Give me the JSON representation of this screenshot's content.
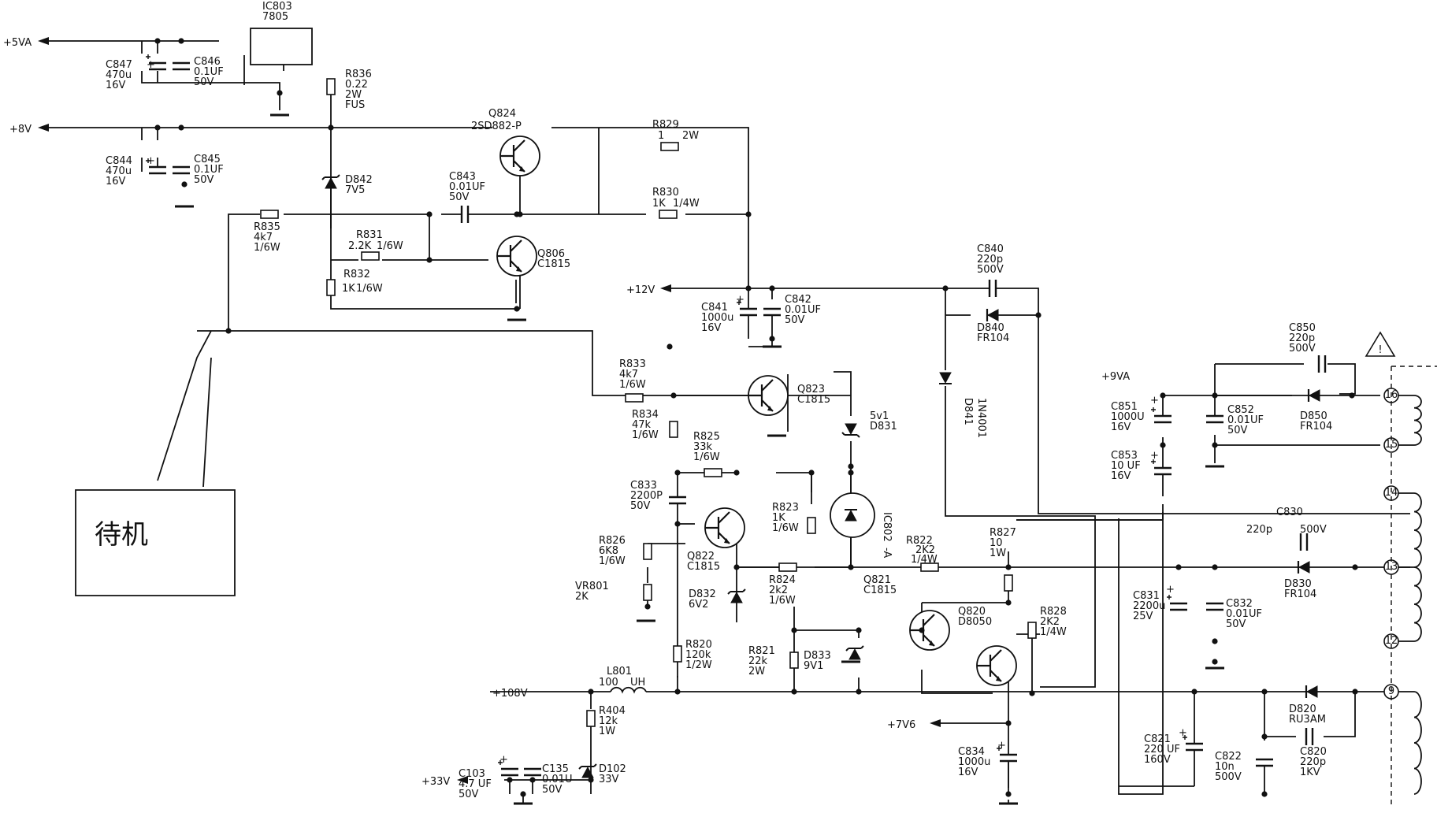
{
  "callout_text": "待机",
  "warning_mark": "!",
  "rails": [
    "+5VA",
    "+8V",
    "+12V",
    "+9VA",
    "+108V",
    "+7V6",
    "+33V"
  ],
  "components": [
    {
      "ref": "IC803",
      "value": "7805"
    },
    {
      "ref": "C847",
      "value": "470u",
      "rating": "16V",
      "pol": "+"
    },
    {
      "ref": "C846",
      "value": "0.1UF",
      "rating": "50V"
    },
    {
      "ref": "R836",
      "value": "0.22",
      "rating": "2W",
      "note": "FUS"
    },
    {
      "ref": "C844",
      "value": "470u",
      "rating": "16V",
      "pol": "+"
    },
    {
      "ref": "C845",
      "value": "0.1UF",
      "rating": "50V"
    },
    {
      "ref": "Q824",
      "value": "2SD882-P"
    },
    {
      "ref": "R829",
      "value": "1",
      "rating": "2W"
    },
    {
      "ref": "D842",
      "value": "7V5"
    },
    {
      "ref": "C843",
      "value": "0.01UF",
      "rating": "50V"
    },
    {
      "ref": "R830",
      "value": "1K",
      "rating": "1/4W"
    },
    {
      "ref": "R835",
      "value": "4k7",
      "rating": "1/6W"
    },
    {
      "ref": "R831",
      "value": "2.2K",
      "rating": "1/6W"
    },
    {
      "ref": "Q806",
      "value": "C1815"
    },
    {
      "ref": "R832",
      "value": "1K",
      "rating": "1/6W"
    },
    {
      "ref": "C840",
      "value": "220p",
      "rating": "500V"
    },
    {
      "ref": "C841",
      "value": "1000u",
      "rating": "16V",
      "pol": "+"
    },
    {
      "ref": "C842",
      "value": "0.01UF",
      "rating": "50V"
    },
    {
      "ref": "D840",
      "value": "FR104"
    },
    {
      "ref": "C850",
      "value": "220p",
      "rating": "500V"
    },
    {
      "ref": "R833",
      "value": "4k7",
      "rating": "1/6W"
    },
    {
      "ref": "Q823",
      "value": "C1815"
    },
    {
      "ref": "D841",
      "value": "1N4001"
    },
    {
      "ref": "R834",
      "value": "47k",
      "rating": "1/6W"
    },
    {
      "ref": "D831",
      "value": "5v1"
    },
    {
      "ref": "C851",
      "value": "1000U",
      "rating": "16V",
      "pol": "+"
    },
    {
      "ref": "C852",
      "value": "0.01UF",
      "rating": "50V"
    },
    {
      "ref": "D850",
      "value": "FR104"
    },
    {
      "ref": "R825",
      "value": "33k",
      "rating": "1/6W"
    },
    {
      "ref": "C853",
      "value": "10 UF",
      "rating": "16V",
      "pol": "+"
    },
    {
      "ref": "C833",
      "value": "2200P",
      "rating": "50V"
    },
    {
      "ref": "R823",
      "value": "1K",
      "rating": "1/6W"
    },
    {
      "ref": "IC802",
      "value": "-A"
    },
    {
      "ref": "C830",
      "value": "220p",
      "rating": "500V"
    },
    {
      "ref": "R826",
      "value": "6K8",
      "rating": "1/6W"
    },
    {
      "ref": "R822",
      "value": "2K2",
      "rating": "1/4W"
    },
    {
      "ref": "R827",
      "value": "10",
      "rating": "1W"
    },
    {
      "ref": "Q822",
      "value": "C1815"
    },
    {
      "ref": "VR801",
      "value": "2K"
    },
    {
      "ref": "D832",
      "value": "6V2"
    },
    {
      "ref": "R824",
      "value": "2k2",
      "rating": "1/6W"
    },
    {
      "ref": "C831",
      "value": "2200u",
      "rating": "25V",
      "pol": "+"
    },
    {
      "ref": "C832",
      "value": "0.01UF",
      "rating": "50V"
    },
    {
      "ref": "D830",
      "value": "FR104"
    },
    {
      "ref": "Q821",
      "value": "C1815"
    },
    {
      "ref": "Q820",
      "value": "D8050"
    },
    {
      "ref": "R828",
      "value": "2K2",
      "rating": "1/4W"
    },
    {
      "ref": "R820",
      "value": "120k",
      "rating": "1/2W"
    },
    {
      "ref": "R821",
      "value": "22k",
      "rating": "2W"
    },
    {
      "ref": "D833",
      "value": "9V1"
    },
    {
      "ref": "L801",
      "value": "100",
      "unit": "UH"
    },
    {
      "ref": "R404",
      "value": "12k",
      "rating": "1W"
    },
    {
      "ref": "C834",
      "value": "1000u",
      "rating": "16V",
      "pol": "+"
    },
    {
      "ref": "C821",
      "value": "220 UF",
      "rating": "160V",
      "pol": "+"
    },
    {
      "ref": "D820",
      "value": "RU3AM"
    },
    {
      "ref": "C822",
      "value": "10n",
      "rating": "500V"
    },
    {
      "ref": "C820",
      "value": "220p",
      "rating": "1KV"
    },
    {
      "ref": "C103",
      "value": "4.7 UF",
      "rating": "50V",
      "pol": "+"
    },
    {
      "ref": "C135",
      "value": "0.01U",
      "rating": "50V"
    },
    {
      "ref": "D102",
      "value": "33V"
    }
  ],
  "pins": [
    "16",
    "15",
    "14",
    "13",
    "12",
    "9"
  ]
}
